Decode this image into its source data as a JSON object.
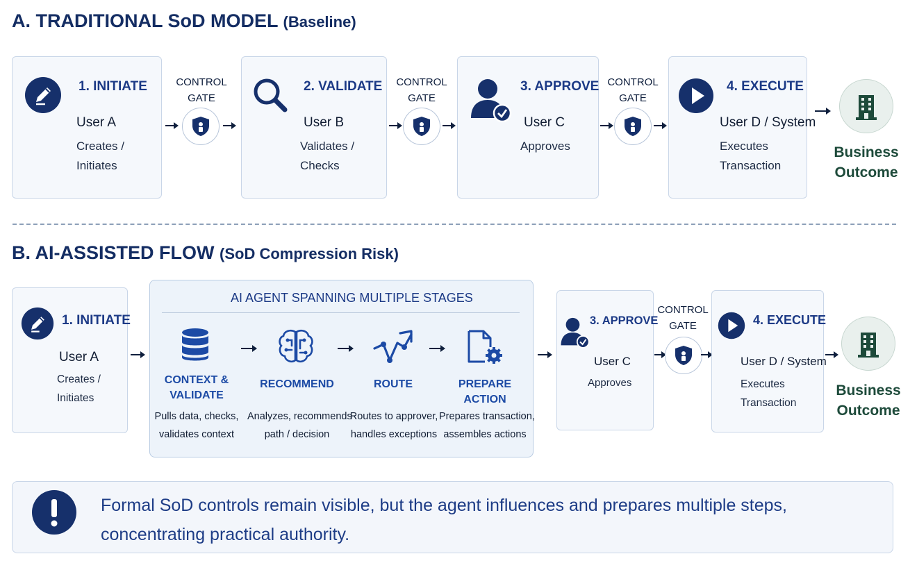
{
  "section_a": {
    "title": "A. TRADITIONAL SoD MODEL",
    "subtitle": "(Baseline)",
    "steps": [
      {
        "title": "1. INITIATE",
        "user": "User A",
        "desc1": "Creates /",
        "desc2": "Initiates",
        "icon": "pencil-icon"
      },
      {
        "title": "2. VALIDATE",
        "user": "User B",
        "desc1": "Validates /",
        "desc2": "Checks",
        "icon": "search-icon"
      },
      {
        "title": "3. APPROVE",
        "user": "User C",
        "desc1": "Approves",
        "desc2": "",
        "icon": "user-check-icon"
      },
      {
        "title": "4. EXECUTE",
        "user": "User D / System",
        "desc1": "Executes",
        "desc2": "Transaction",
        "icon": "play-icon"
      }
    ],
    "gate": {
      "line1": "CONTROL",
      "line2": "GATE",
      "icon": "shield-icon"
    },
    "outcome": {
      "line1": "Business",
      "line2": "Outcome",
      "icon": "building-icon"
    }
  },
  "section_b": {
    "title": "B. AI-ASSISTED FLOW",
    "subtitle": "(SoD Compression Risk)",
    "initiate": {
      "title": "1. INITIATE",
      "user": "User A",
      "desc1": "Creates /",
      "desc2": "Initiates"
    },
    "ai_agent": {
      "title": "AI AGENT SPANNING MULTIPLE STAGES",
      "stages": [
        {
          "title1": "CONTEXT &",
          "title2": "VALIDATE",
          "desc1": "Pulls data, checks,",
          "desc2": "validates context",
          "icon": "database-icon"
        },
        {
          "title1": "RECOMMEND",
          "title2": "",
          "desc1": "Analyzes, recommends",
          "desc2": "path / decision",
          "icon": "brain-icon"
        },
        {
          "title1": "ROUTE",
          "title2": "",
          "desc1": "Routes to approver,",
          "desc2": "handles exceptions",
          "icon": "route-icon"
        },
        {
          "title1": "PREPARE ACTION",
          "title2": "",
          "desc1": "Prepares transaction,",
          "desc2": "assembles actions",
          "icon": "document-gear-icon"
        }
      ]
    },
    "approve": {
      "title": "3. APPROVE",
      "user": "User C",
      "desc1": "Approves"
    },
    "gate": {
      "line1": "CONTROL",
      "line2": "GATE"
    },
    "execute": {
      "title": "4. EXECUTE",
      "user": "User D / System",
      "desc1": "Executes",
      "desc2": "Transaction"
    },
    "outcome": {
      "line1": "Business",
      "line2": "Outcome"
    }
  },
  "note": {
    "line1": "Formal SoD controls remain visible, but the agent influences and prepares multiple steps,",
    "line2": "concentrating practical authority.",
    "icon": "exclamation-icon"
  },
  "colors": {
    "navy": "#16306b",
    "accent_blue": "#1c4aa5",
    "green": "#1d4a3a"
  }
}
